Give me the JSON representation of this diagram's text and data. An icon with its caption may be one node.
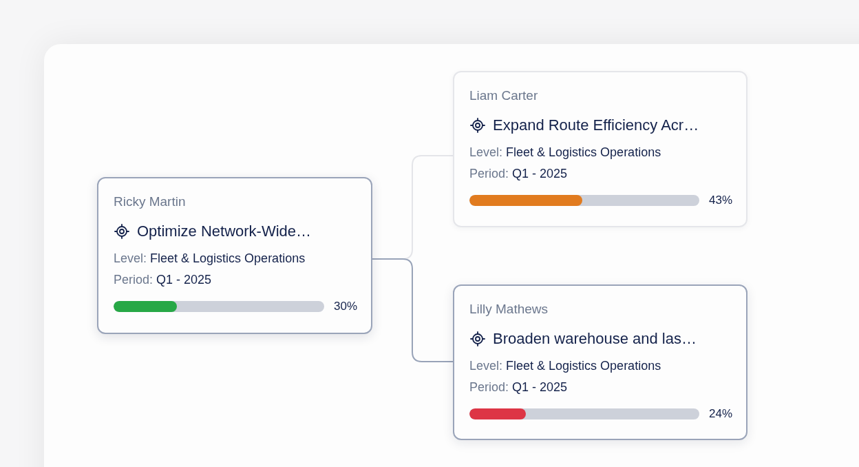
{
  "diagram": {
    "nodes": [
      {
        "text": [
          "Ricky Martin",
          "Optimize Network-Wide…",
          "Level: Fleet & Logistics Operations",
          "Period: Q1 - 2025",
          "30%"
        ]
      },
      {
        "text": [
          "Liam Carter",
          "Expand Route Efficiency Acr…",
          "Level: Fleet & Logistics Operations",
          "Period: Q1 - 2025",
          "43%"
        ]
      },
      {
        "text": [
          "Lilly Mathews",
          "Broaden warehouse and las…",
          "Level: Fleet & Logistics Operations",
          "Period: Q1 - 2025",
          "24%"
        ]
      }
    ],
    "edges": [
      {
        "from": 0,
        "to": 1,
        "arrow": "none",
        "color": "#e4e5e9"
      },
      {
        "from": 0,
        "to": 2,
        "arrow": "none"
      }
    ]
  }
}
